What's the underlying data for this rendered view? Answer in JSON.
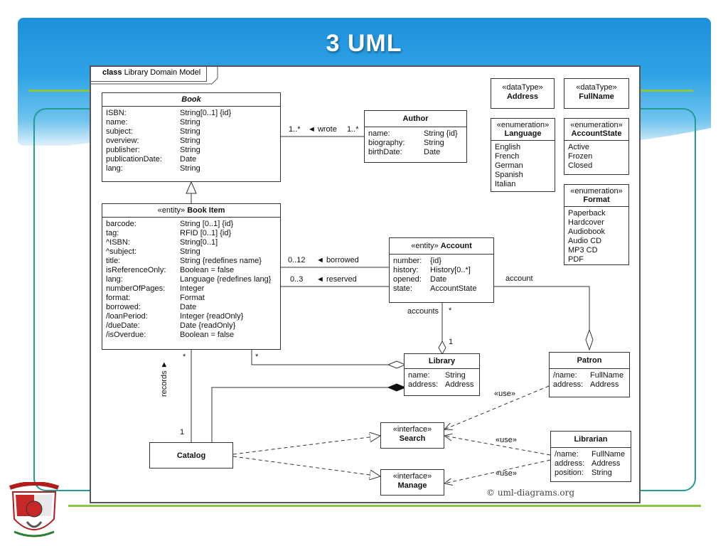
{
  "slide": {
    "title": "3 UML"
  },
  "frame": {
    "keyword": "class",
    "name": "Library Domain Model"
  },
  "classes": {
    "book": {
      "name": "Book",
      "attrs": [
        {
          "n": "ISBN:",
          "t": "String[0..1] {id}"
        },
        {
          "n": "name:",
          "t": "String"
        },
        {
          "n": "subject:",
          "t": "String"
        },
        {
          "n": "overview:",
          "t": "String"
        },
        {
          "n": "publisher:",
          "t": "String"
        },
        {
          "n": "publicationDate:",
          "t": "Date"
        },
        {
          "n": "lang:",
          "t": "String"
        }
      ]
    },
    "author": {
      "name": "Author",
      "attrs": [
        {
          "n": "name:",
          "t": "String {id}"
        },
        {
          "n": "biography:",
          "t": "String"
        },
        {
          "n": "birthDate:",
          "t": "Date"
        }
      ]
    },
    "bookItem": {
      "stereotype": "«entity»",
      "name": "Book Item",
      "attrs": [
        {
          "n": "barcode:",
          "t": "String [0..1] {id}"
        },
        {
          "n": "tag:",
          "t": "RFID [0..1] {id}"
        },
        {
          "n": "^ISBN:",
          "t": "String[0..1]"
        },
        {
          "n": "^subject:",
          "t": "String"
        },
        {
          "n": "title:",
          "t": "String {redefines name}"
        },
        {
          "n": "isReferenceOnly:",
          "t": "Boolean = false"
        },
        {
          "n": "lang:",
          "t": "Language {redefines lang}"
        },
        {
          "n": "numberOfPages:",
          "t": "Integer"
        },
        {
          "n": "format:",
          "t": "Format"
        },
        {
          "n": "borrowed:",
          "t": "Date"
        },
        {
          "n": "/loanPeriod:",
          "t": "Integer {readOnly}"
        },
        {
          "n": "/dueDate:",
          "t": "Date {readOnly}"
        },
        {
          "n": "/isOverdue:",
          "t": "Boolean = false"
        }
      ]
    },
    "account": {
      "stereotype": "«entity»",
      "name": "Account",
      "attrs": [
        {
          "n": "number:",
          "t": "{id}"
        },
        {
          "n": "history:",
          "t": "History[0..*]"
        },
        {
          "n": "opened:",
          "t": "Date"
        },
        {
          "n": "state:",
          "t": "AccountState"
        }
      ]
    },
    "library": {
      "name": "Library",
      "attrs": [
        {
          "n": "name:",
          "t": "String"
        },
        {
          "n": "address:",
          "t": "Address"
        }
      ]
    },
    "patron": {
      "name": "Patron",
      "attrs": [
        {
          "n": "/name:",
          "t": "FullName"
        },
        {
          "n": "address:",
          "t": "Address"
        }
      ]
    },
    "librarian": {
      "name": "Librarian",
      "attrs": [
        {
          "n": "/name:",
          "t": "FullName"
        },
        {
          "n": "address:",
          "t": "Address"
        },
        {
          "n": "position:",
          "t": "String"
        }
      ]
    },
    "catalog": {
      "name": "Catalog"
    },
    "search": {
      "stereotype": "«interface»",
      "name": "Search"
    },
    "manage": {
      "stereotype": "«interface»",
      "name": "Manage"
    },
    "address": {
      "stereotype": "«dataType»",
      "name": "Address"
    },
    "fullName": {
      "stereotype": "«dataType»",
      "name": "FullName"
    },
    "language": {
      "stereotype": "«enumeration»",
      "name": "Language",
      "literals": [
        "English",
        "French",
        "German",
        "Spanish",
        "Italian"
      ]
    },
    "accountState": {
      "stereotype": "«enumeration»",
      "name": "AccountState",
      "literals": [
        "Active",
        "Frozen",
        "Closed"
      ]
    },
    "format": {
      "stereotype": "«enumeration»",
      "name": "Format",
      "literals": [
        "Paperback",
        "Hardcover",
        "Audiobook",
        "Audio CD",
        "MP3 CD",
        "PDF"
      ]
    }
  },
  "labels": {
    "wrote_left": "1..*",
    "wrote": "◄ wrote",
    "wrote_right": "1..*",
    "borrowed_mult": "0..12",
    "borrowed": "◄ borrowed",
    "reserved_mult": "0..3",
    "reserved": "◄ reserved",
    "account_role": "account",
    "accounts_role": "accounts",
    "accounts_star": "*",
    "library_one": "1",
    "bookitem_star_left": "*",
    "bookitem_star_right": "*",
    "records": "records ►",
    "records_one": "1",
    "use1": "«use»",
    "use2": "«use»",
    "use3": "«use»"
  },
  "copyright": "© uml-diagrams.org",
  "colors": {
    "header_blue": "#1e8fdc",
    "accent_green": "#8cc63f",
    "frame_teal": "#1f9c95"
  }
}
